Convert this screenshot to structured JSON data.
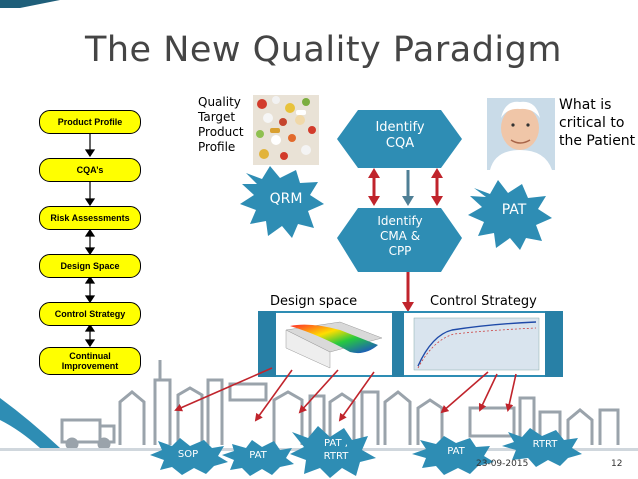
{
  "title": "The New Quality Paradigm",
  "flowchart": {
    "steps": [
      {
        "label": "Product Profile"
      },
      {
        "label": "CQA’s"
      },
      {
        "label": "Risk Assessments"
      },
      {
        "label": "Design Space"
      },
      {
        "label": "Control Strategy"
      },
      {
        "label": "Continual Improvement"
      }
    ]
  },
  "labels": {
    "qtpp": "Quality Target Product Profile",
    "critical": "What is critical to the Patient",
    "identify_cqa": "Identify CQA",
    "identify_cma": "Identify CMA & CPP",
    "qrm": "QRM",
    "pat": "PAT",
    "design_space": "Design space",
    "control_strategy": "Control Strategy"
  },
  "bottom_bursts": {
    "sop": "SOP",
    "pat1": "PAT",
    "pat_rtrt": "PAT , RTRT",
    "pat2": "PAT",
    "rtrt": "RTRT"
  },
  "footer": {
    "date": "23-09-2015",
    "page": "12"
  },
  "colors": {
    "teal": "#2e8db4",
    "box_yellow": "#ffff00",
    "arrow_red": "#c0242c",
    "title_gray": "#454545"
  },
  "icons": {
    "pills": "pills-photo",
    "patient": "elderly-man-photo",
    "truck": "truck-icon",
    "plant": "factory-equipment-icon"
  }
}
